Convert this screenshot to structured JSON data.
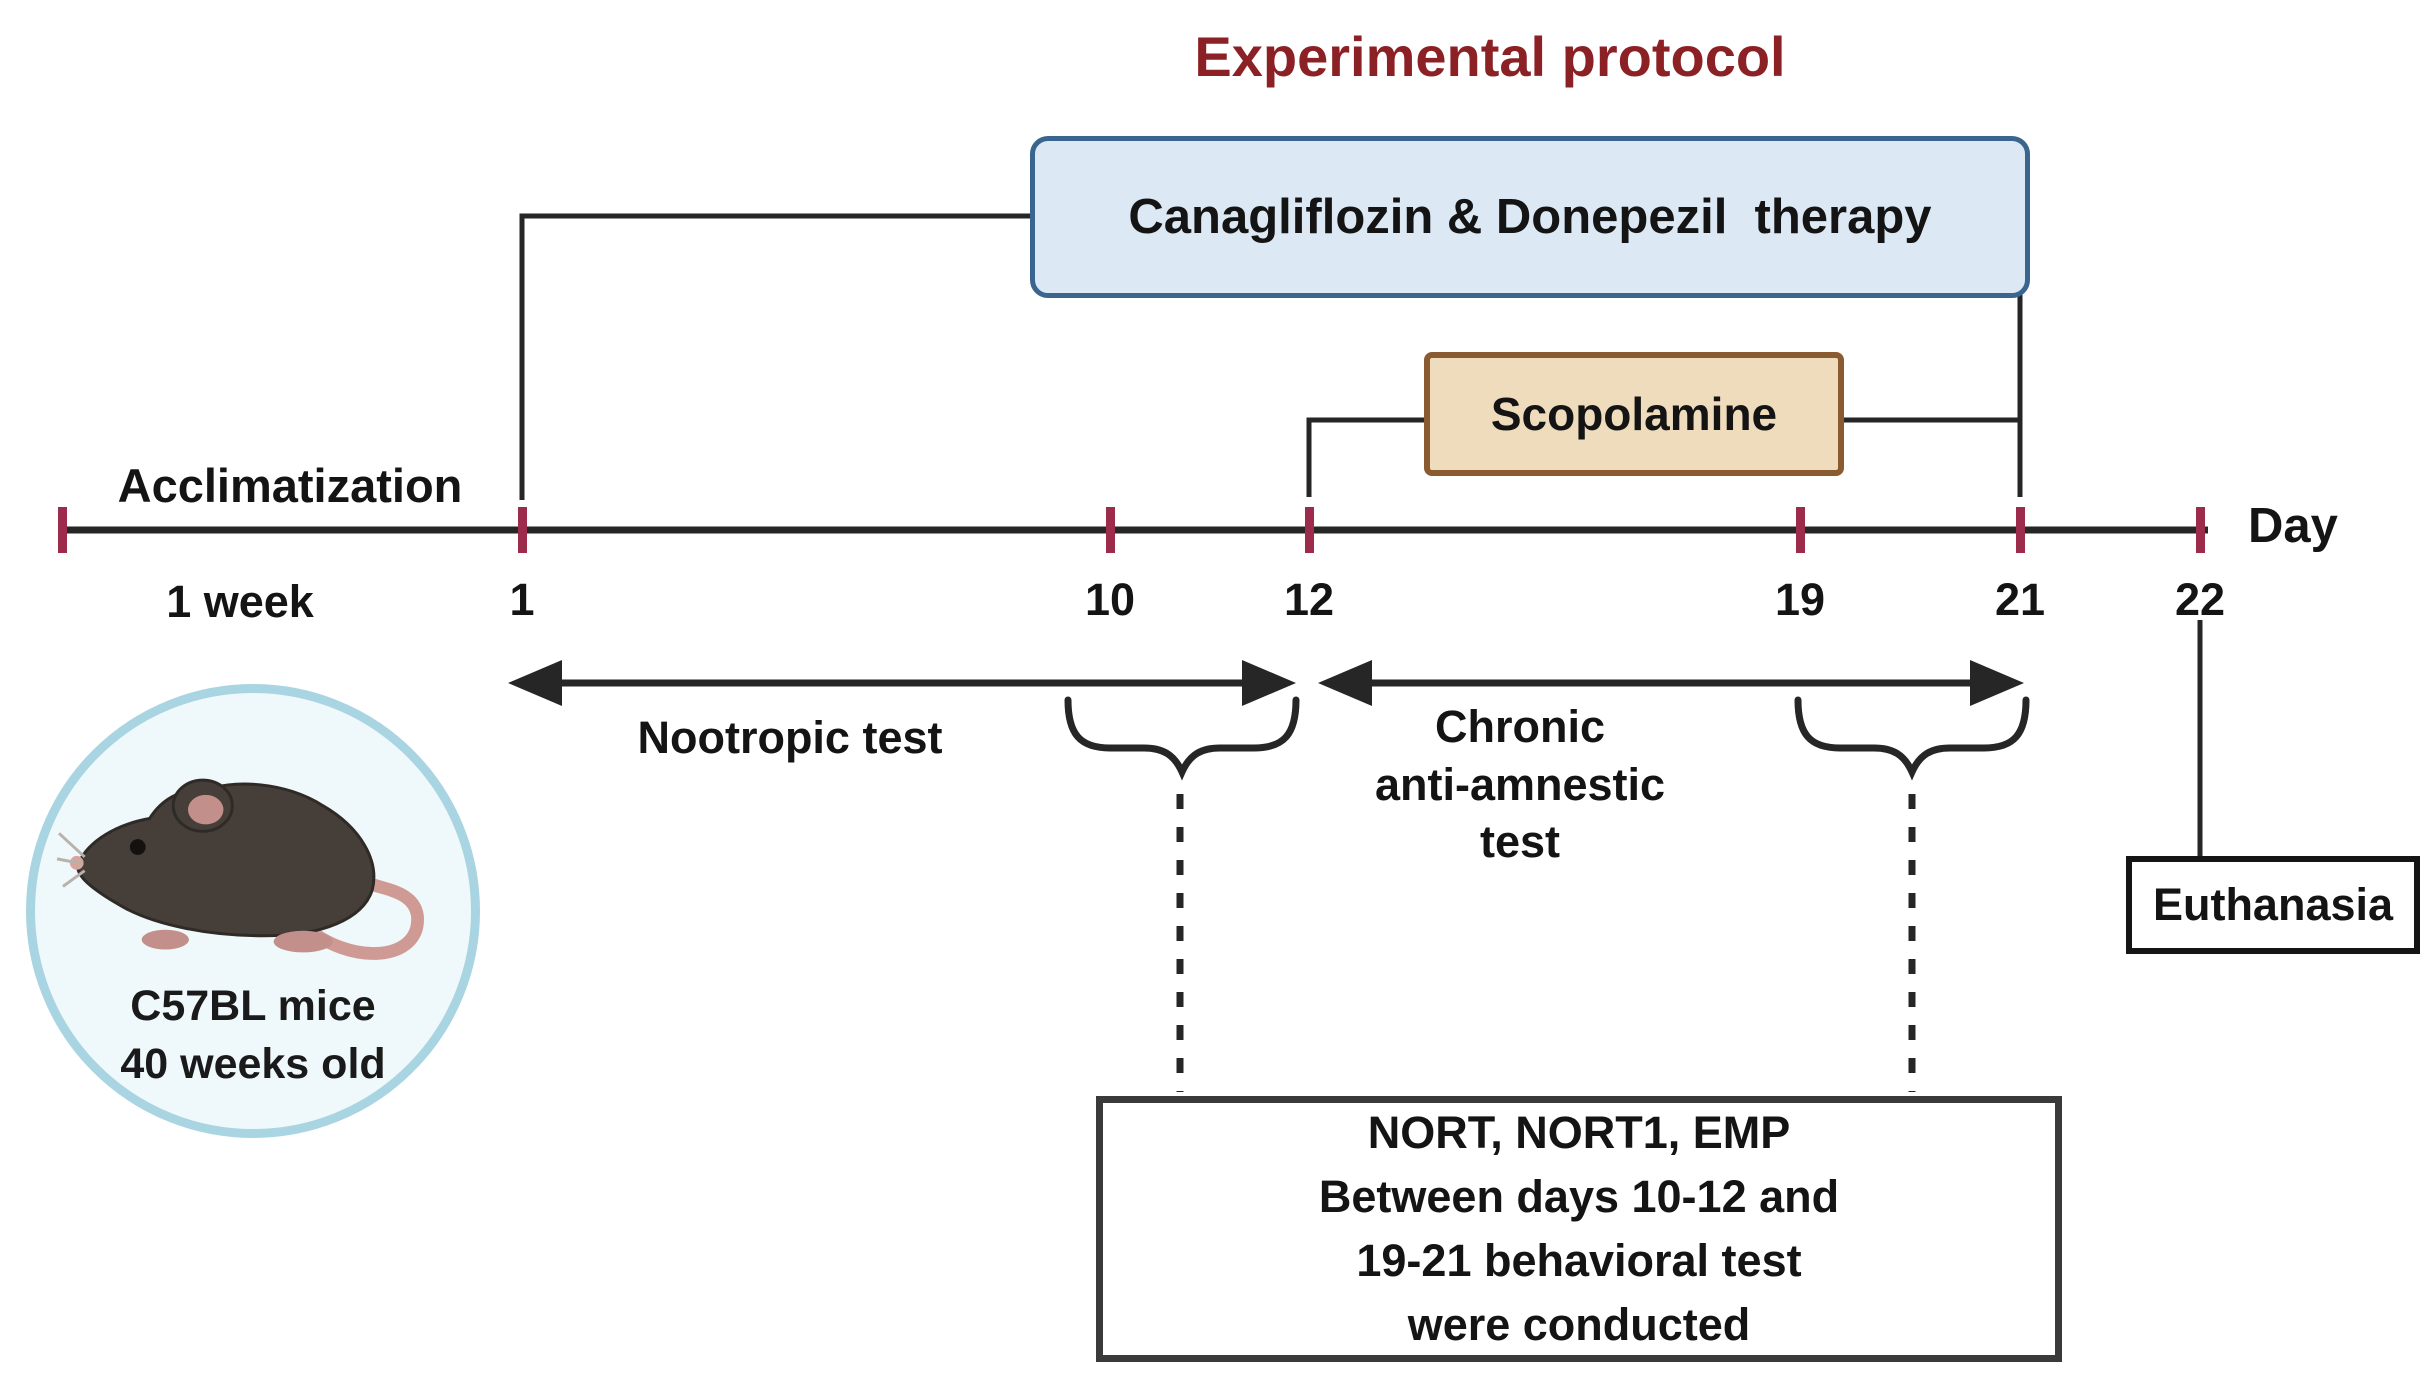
{
  "title": "Experimental protocol",
  "therapy_box": {
    "label": "Canagliflozin & Donepezil  therapy"
  },
  "scopolamine_box": {
    "label": "Scopolamine"
  },
  "timeline": {
    "axis_label": "Day",
    "acclimatization_label": "Acclimatization",
    "acclimatization_duration": "1 week",
    "days": [
      "1",
      "10",
      "12",
      "19",
      "21",
      "22"
    ]
  },
  "periods": {
    "nootropic": "Nootropic test",
    "chronic": "Chronic\nanti-amnestic\ntest"
  },
  "subject": {
    "line1": "C57BL mice",
    "line2": "40 weeks old"
  },
  "behavior_box": {
    "text": "NORT, NORT1, EMP\nBetween days 10-12 and\n19-21 behavioral test\nwere conducted"
  },
  "euthanasia_box": {
    "label": "Euthanasia"
  },
  "colors": {
    "title_red": "#8c2125",
    "tick_crimson": "#9d2b4b",
    "therapy_fill": "#dce9f5",
    "therapy_border": "#39658f",
    "scopolamine_fill": "#eedcbc",
    "scopolamine_border": "#8a5a30",
    "circle_ring": "#a9d4e2",
    "circle_fill": "#eff8fb",
    "line_black": "#262626"
  }
}
